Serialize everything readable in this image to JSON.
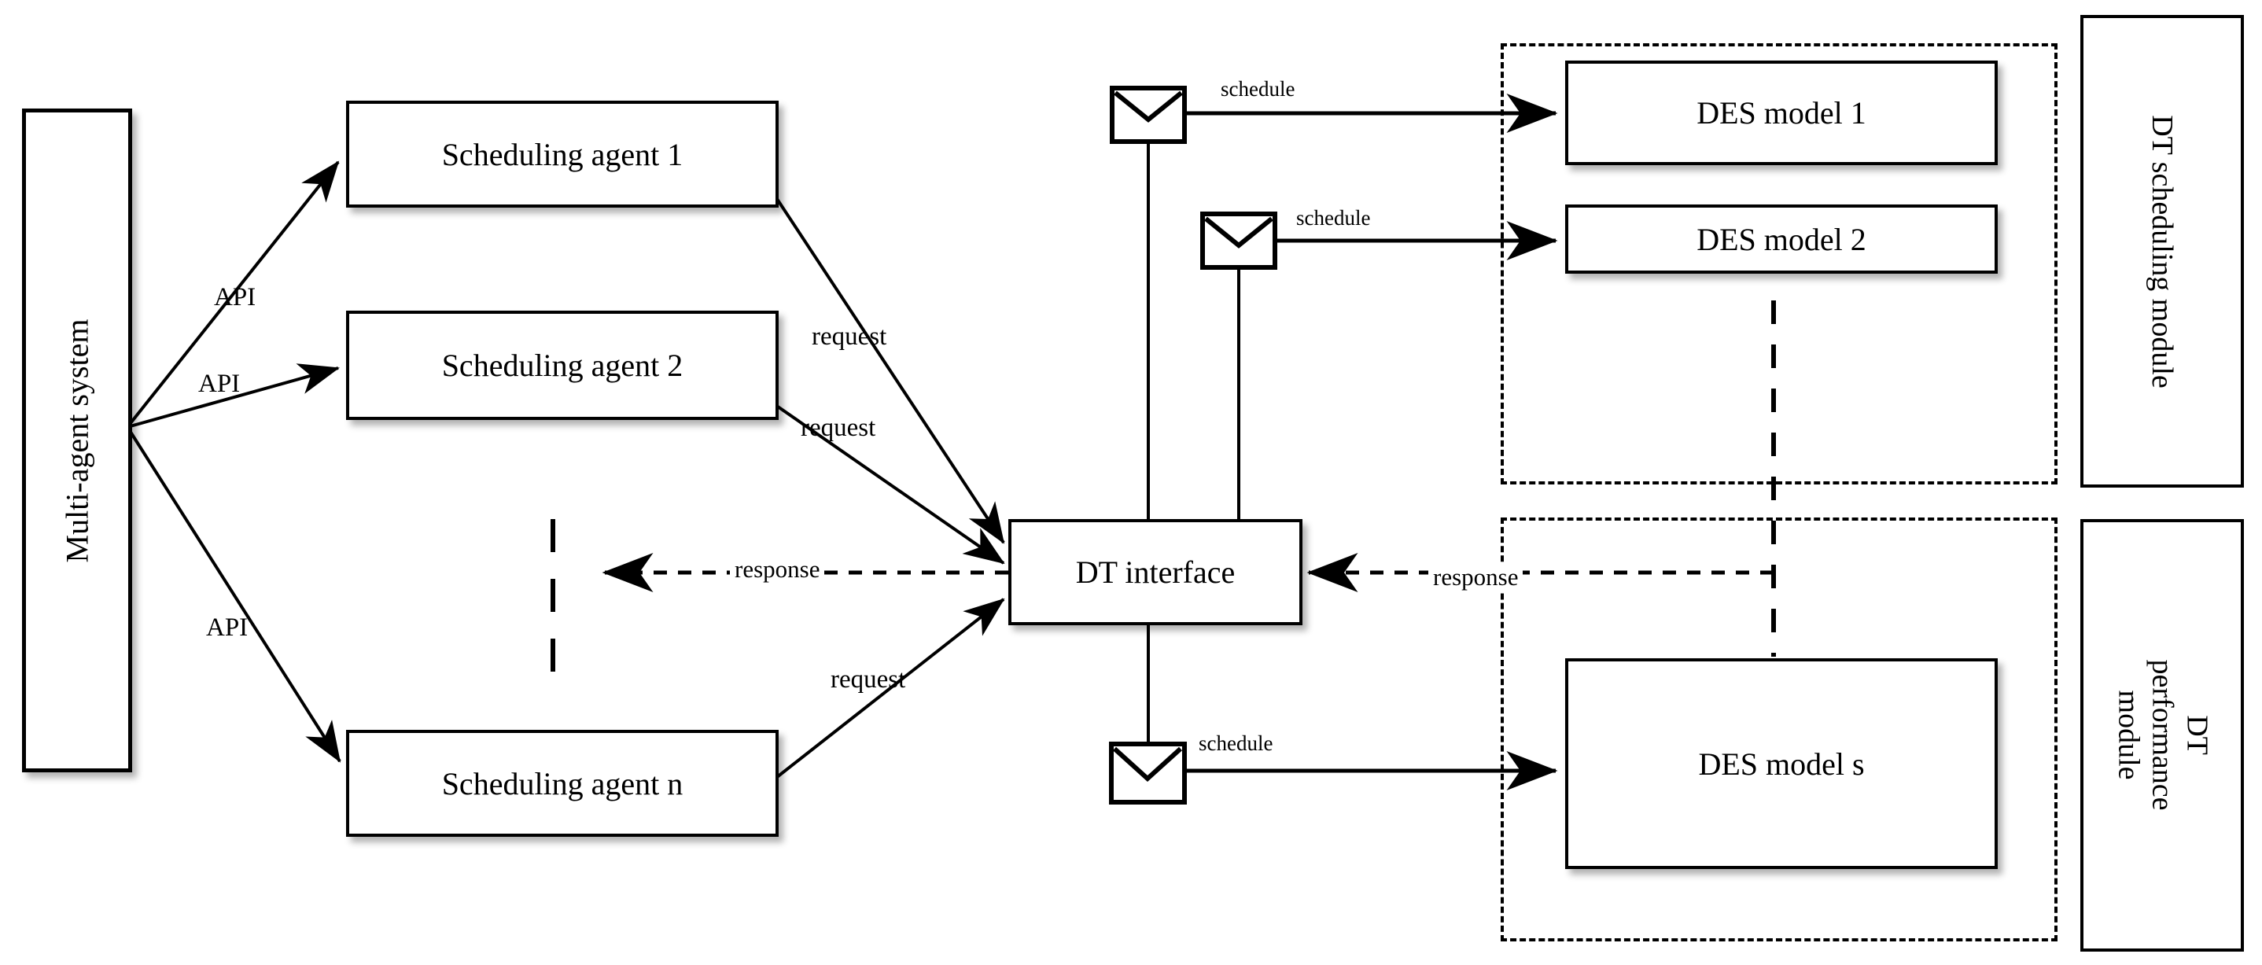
{
  "multi_agent_system": {
    "label": "Multi-agent system"
  },
  "agents": [
    {
      "label": "Scheduling agent 1"
    },
    {
      "label": "Scheduling agent 2"
    },
    {
      "label": "Scheduling agent n"
    }
  ],
  "dt_interface": {
    "label": "DT interface"
  },
  "des_models": [
    {
      "label": "DES model 1"
    },
    {
      "label": "DES model 2"
    },
    {
      "label": "DES model s"
    }
  ],
  "modules": [
    {
      "label": "DT scheduling module"
    },
    {
      "label": "DT performance module"
    }
  ],
  "edge_labels": {
    "api": [
      "API",
      "API",
      "API"
    ],
    "request": [
      "request",
      "request",
      "request"
    ],
    "schedule": [
      "schedule",
      "schedule",
      "schedule"
    ],
    "response": [
      "response",
      "response"
    ]
  },
  "icons": {
    "envelope": "envelope-icon"
  },
  "colors": {
    "line": "#000000",
    "box_fill": "#ffffff",
    "background": "#ffffff"
  }
}
